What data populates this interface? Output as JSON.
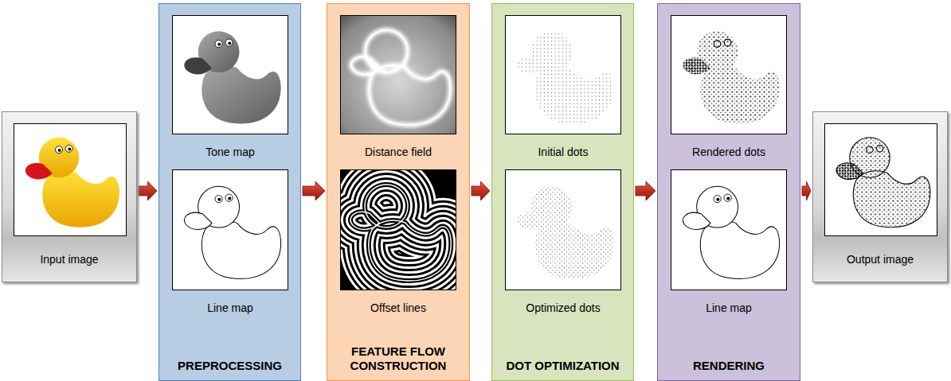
{
  "diagram": {
    "nodes": [
      {
        "text": [
          "Input image"
        ]
      },
      {
        "text": [
          "PREPROCESSING"
        ]
      },
      {
        "text": [
          "Tone map"
        ],
        "in": 1
      },
      {
        "text": [
          "Line map"
        ],
        "in": 1
      },
      {
        "text": [
          "FEATURE FLOW CONSTRUCTION"
        ]
      },
      {
        "text": [
          "Distance field"
        ],
        "in": 4
      },
      {
        "text": [
          "Offset lines"
        ],
        "in": 4
      },
      {
        "text": [
          "DOT OPTIMIZATION"
        ]
      },
      {
        "text": [
          "Initial dots"
        ],
        "in": 7
      },
      {
        "text": [
          "Optimized dots"
        ],
        "in": 7
      },
      {
        "text": [
          "RENDERING"
        ]
      },
      {
        "text": [
          "Rendered dots"
        ],
        "in": 10
      },
      {
        "text": [
          "Line map"
        ],
        "in": 10
      },
      {
        "text": [
          "Output image"
        ]
      }
    ],
    "edges": [
      {
        "from": 0,
        "to": 1,
        "arrow": "to"
      },
      {
        "from": 1,
        "to": 4,
        "arrow": "to"
      },
      {
        "from": 4,
        "to": 7,
        "arrow": "to"
      },
      {
        "from": 7,
        "to": 10,
        "arrow": "to"
      },
      {
        "from": 10,
        "to": 13,
        "arrow": "to"
      }
    ]
  }
}
